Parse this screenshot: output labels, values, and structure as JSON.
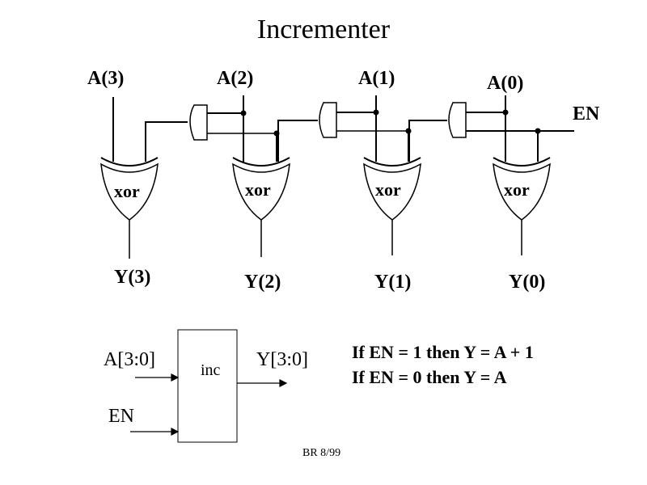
{
  "title": "Incrementer",
  "inputs": [
    "A(3)",
    "A(2)",
    "A(1)",
    "A(0)"
  ],
  "enable": "EN",
  "gates": {
    "xor_label": "xor",
    "xor_count": 4,
    "and_count": 3
  },
  "outputs": [
    "Y(3)",
    "Y(2)",
    "Y(1)",
    "Y(0)"
  ],
  "block": {
    "label": "inc",
    "input_a": "A[3:0]",
    "input_en": "EN",
    "output_y": "Y[3:0]"
  },
  "rules": [
    "If EN = 1 then Y = A + 1",
    "If EN = 0 then Y = A"
  ],
  "footer": "BR 8/99"
}
